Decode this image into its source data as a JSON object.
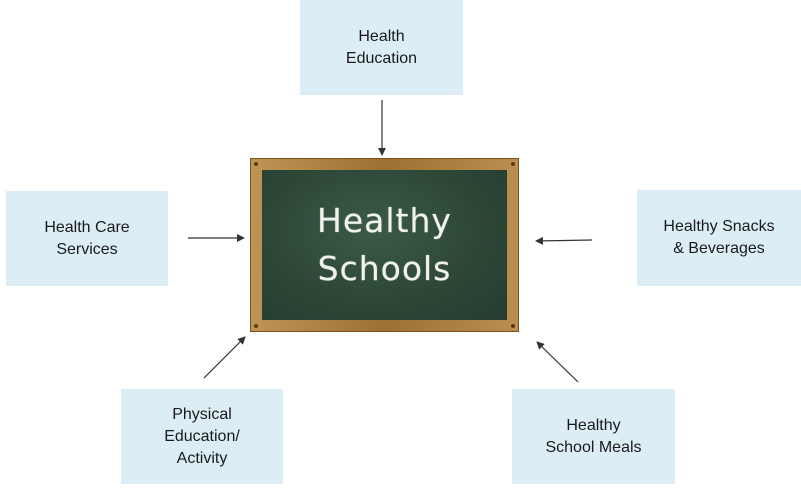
{
  "center": {
    "line1": "Healthy",
    "line2": "Schools"
  },
  "nodes": {
    "top": "Health\nEducation",
    "left": "Health Care\nServices",
    "right": "Healthy Snacks\n& Beverages",
    "bottom_left": "Physical\nEducation/\nActivity",
    "bottom_right": "Healthy\nSchool Meals"
  },
  "colors": {
    "box_background": "#dcedf6",
    "chalkboard": "#2f4a3a",
    "frame": "#a9793a",
    "arrow": "#333333"
  }
}
